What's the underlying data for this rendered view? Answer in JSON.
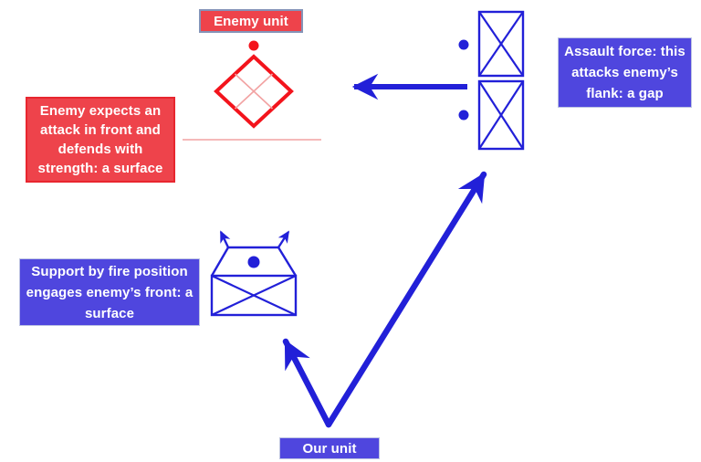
{
  "labels": {
    "enemy_unit": "Enemy unit",
    "enemy_defense": "Enemy expects an attack in front and defends with strength: a surface",
    "assault_force": "Assault force: this attacks enemy’s flank: a gap",
    "support_by_fire": "Support by fire position engages enemy’s front: a surface",
    "our_unit": "Our unit"
  },
  "colors": {
    "background": "#ffffff",
    "enemy_red": "#ee434b",
    "enemy_red_border": "#e8262f",
    "enemy_symbol_red": "#f3141c",
    "enemy_light_red": "#f2a2a2",
    "friendly_box_blue": "#4f46de",
    "friendly_symbol_blue": "#2220d8",
    "label_border_gray": "#8494b8",
    "blue_box_border": "#bcc2e2"
  },
  "symbols": {
    "enemy_unit_symbol": "red diamond enemy infantry unit with dot marker and front-line trace",
    "assault_force_symbol": "two stacked friendly infantry rectangles facing left with dot markers",
    "support_by_fire_symbol": "friendly infantry rectangle with dot marker and support-by-fire diverging arrows",
    "arrow_assault_attack": "thick blue arrow from assault force toward enemy flank",
    "arrow_our_unit_to_sbf": "blue arrow from our unit to support-by-fire position",
    "arrow_our_unit_to_assault": "blue arrow from our unit to assault force"
  }
}
